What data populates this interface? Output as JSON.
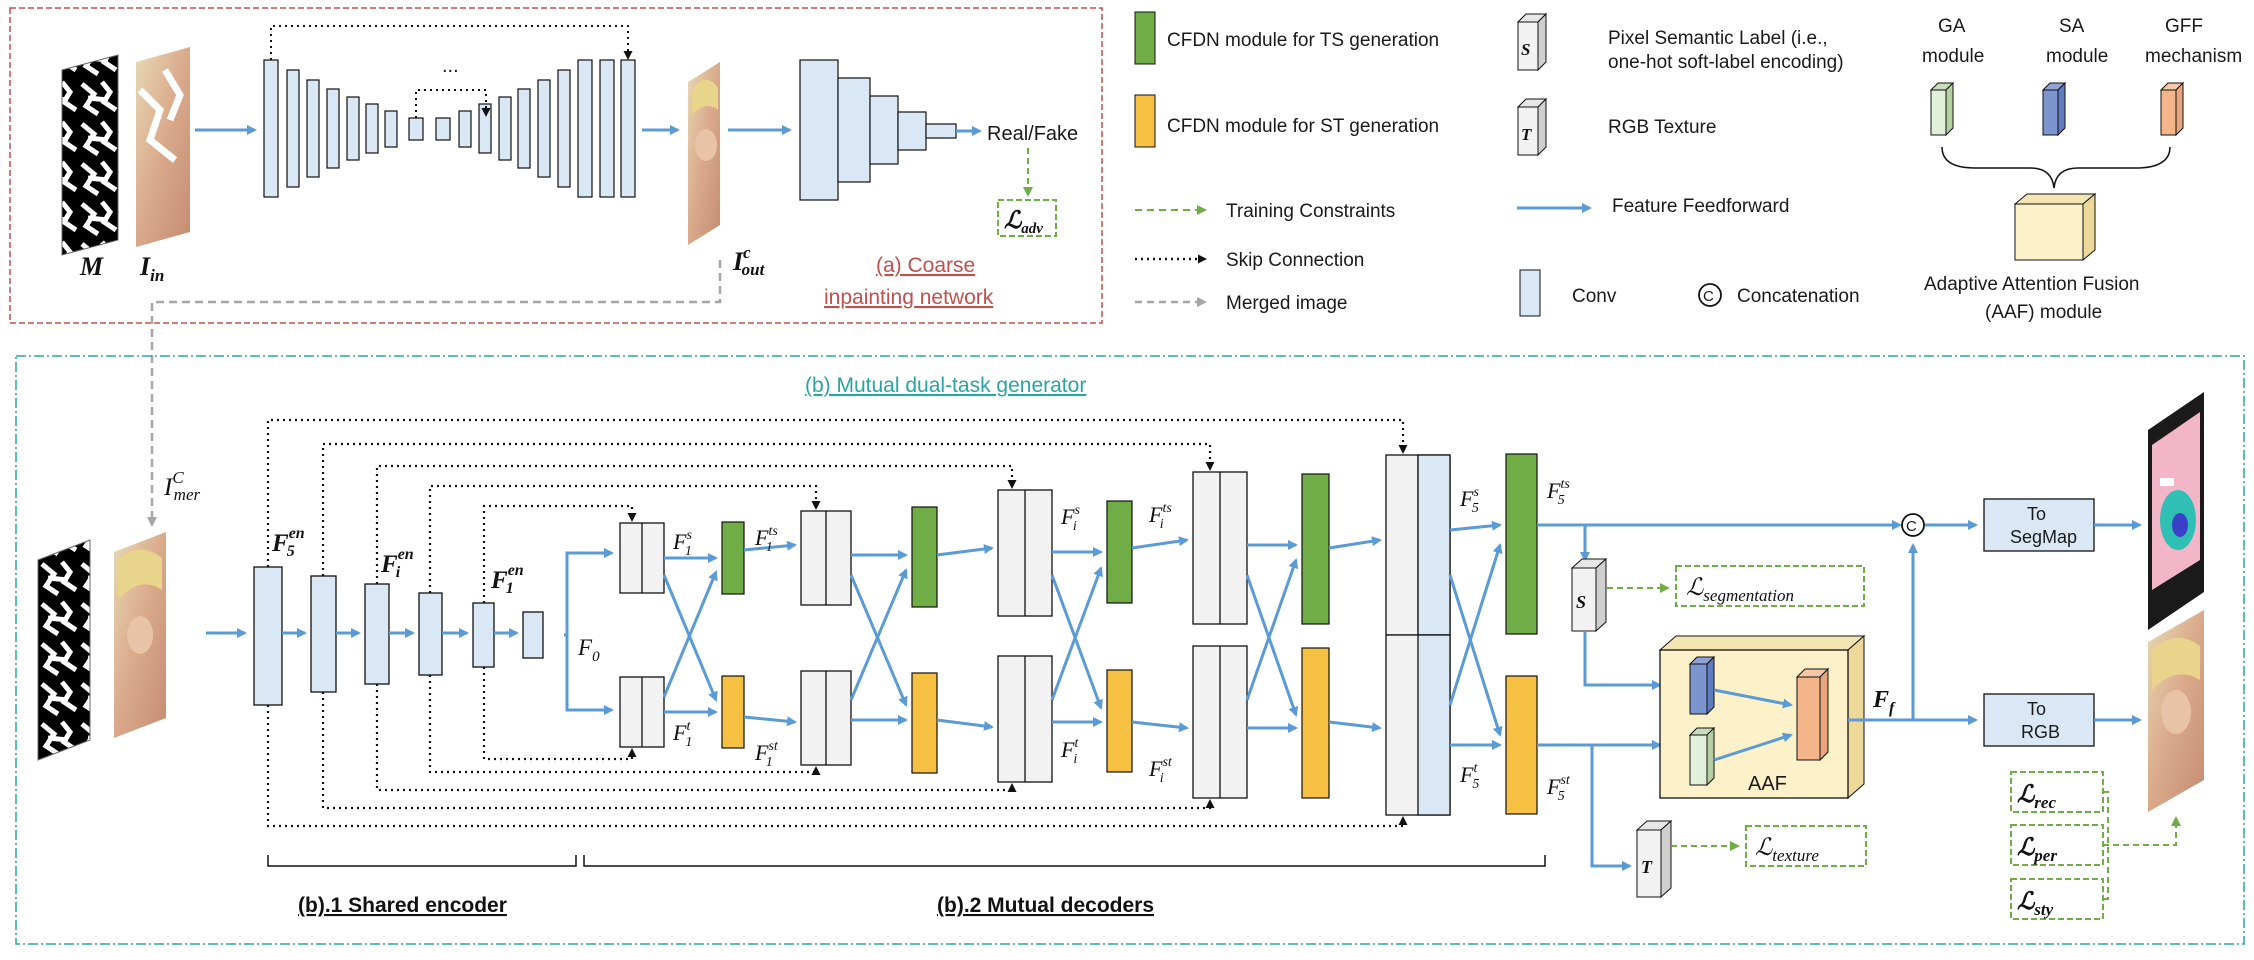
{
  "legend": {
    "cfdn_ts": "CFDN module for TS generation",
    "cfdn_st": "CFDN module for ST generation",
    "training_constraints": "Training Constraints",
    "skip_connection": "Skip Connection",
    "merged_image": "Merged image",
    "pixel_semantic_label_line1": "Pixel Semantic Label (i.e.,",
    "pixel_semantic_label_line2": "one-hot soft-label encoding)",
    "rgb_texture": "RGB Texture",
    "feature_feedforward": "Feature Feedforward",
    "conv": "Conv",
    "concatenation": "Concatenation",
    "ga_line1": "GA",
    "ga_line2": "module",
    "sa_line1": "SA",
    "sa_line2": "module",
    "gff_line1": "GFF",
    "gff_line2": "mechanism",
    "aaf_line1": "Adaptive Attention Fusion",
    "aaf_line2": "(AAF) module",
    "s_glyph": "S",
    "t_glyph": "T",
    "concat_glyph": "C"
  },
  "coarse": {
    "title_line1": "(a) Coarse",
    "title_line2": "inpainting network",
    "m_label": "M",
    "iin_label": "I",
    "iin_sub": "in",
    "iout_label": "I",
    "iout_sup": "c",
    "iout_sub": "out",
    "dots": "...",
    "real_fake": "Real/Fake",
    "l_adv": "ℒ",
    "l_adv_sub": "adv"
  },
  "generator": {
    "title": "(b) Mutual dual-task generator",
    "imer_label": "I",
    "imer_sup": "C",
    "imer_sub": "mer",
    "shared_encoder": "(b).1 Shared encoder",
    "mutual_decoders": "(b).2 Mutual decoders",
    "f5en": "F",
    "f5en_sub": "5",
    "f5en_sup": "en",
    "fien": "F",
    "fien_sub": "i",
    "fien_sup": "en",
    "f1en": "F",
    "f1en_sub": "1",
    "f1en_sup": "en",
    "f0": "F",
    "f0_sub": "0",
    "f1s": "F",
    "f1s_sub": "1",
    "f1s_sup": "s",
    "f1ts": "F",
    "f1ts_sub": "1",
    "f1ts_sup": "ts",
    "f1t": "F",
    "f1t_sub": "1",
    "f1t_sup": "t",
    "f1st": "F",
    "f1st_sub": "1",
    "f1st_sup": "st",
    "fis": "F",
    "fis_sub": "i",
    "fis_sup": "s",
    "fits": "F",
    "fits_sub": "i",
    "fits_sup": "ts",
    "fit": "F",
    "fit_sub": "i",
    "fit_sup": "t",
    "fist": "F",
    "fist_sub": "i",
    "fist_sup": "st",
    "f5s": "F",
    "f5s_sub": "5",
    "f5s_sup": "s",
    "f5ts": "F",
    "f5ts_sub": "5",
    "f5ts_sup": "ts",
    "f5t": "F",
    "f5t_sub": "5",
    "f5t_sup": "t",
    "f5st": "F",
    "f5st_sub": "5",
    "f5st_sup": "st",
    "ff": "F",
    "ff_sub": "f",
    "to_segmap_line1": "To",
    "to_segmap_line2": "SegMap",
    "to_rgb_line1": "To",
    "to_rgb_line2": "RGB",
    "aaf": "AAF",
    "s_glyph": "S",
    "t_glyph": "T",
    "concat_glyph": "C",
    "l_script": "ℒ",
    "l_segmentation": "segmentation",
    "l_texture": "texture",
    "l_rec": "rec",
    "l_per": "per",
    "l_sty": "sty"
  },
  "colors": {
    "green": "#70ad47",
    "yellow": "#f6c142",
    "conv": "#dae8f5",
    "arrow_blue": "#5b9bd5",
    "dash_green": "#70ad47",
    "coarse_border": "#c0504d",
    "gen_border": "#2aa3a3",
    "aaf_fill": "#fdf1c9"
  }
}
